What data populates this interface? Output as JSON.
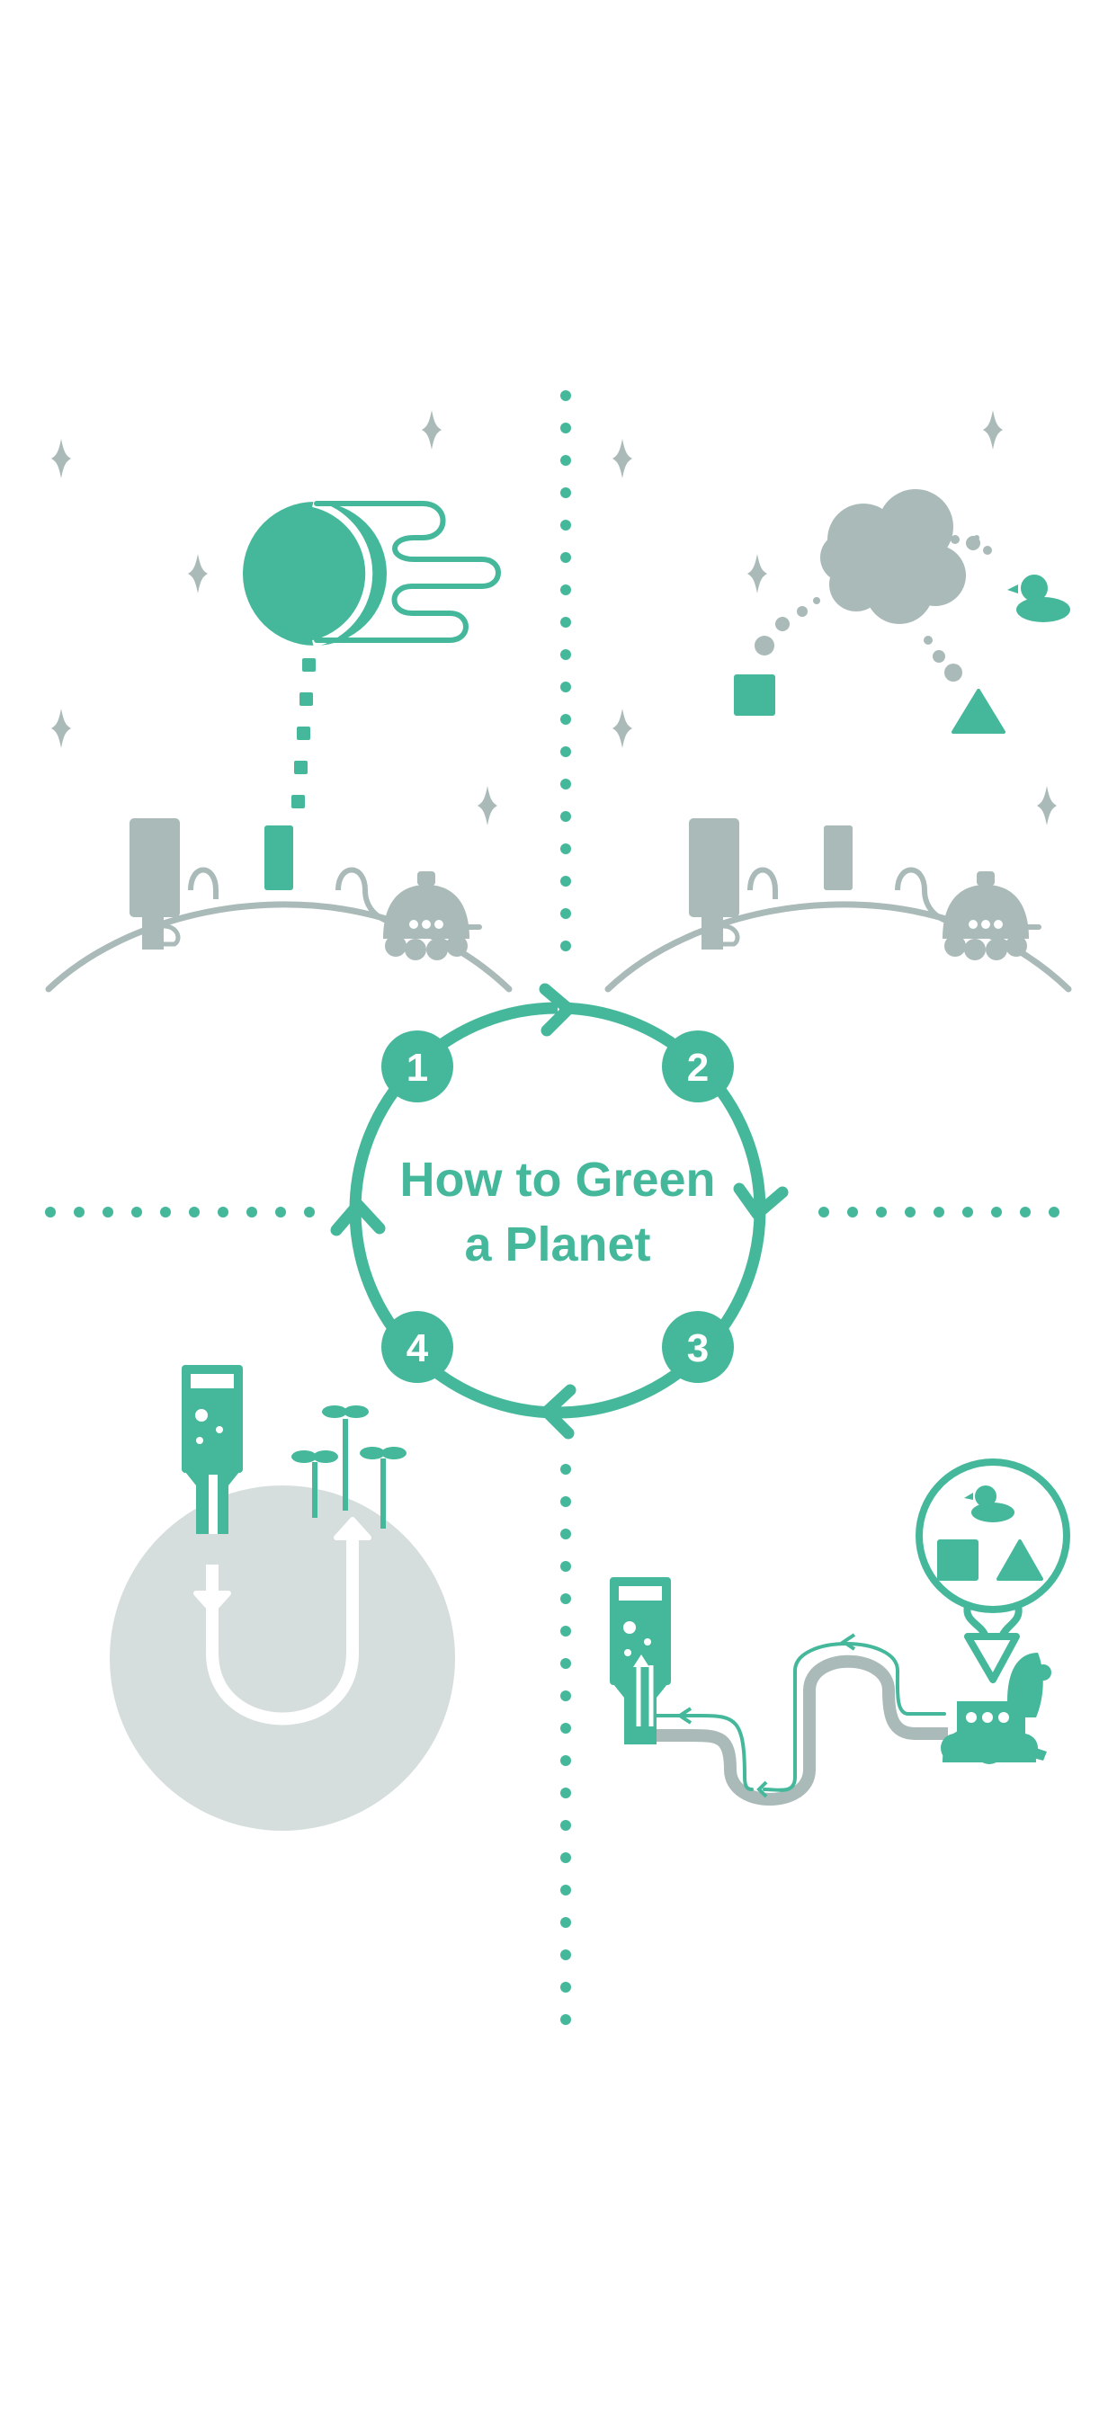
{
  "title": {
    "line1": "How to Green",
    "line2": "a Planet"
  },
  "steps": [
    "1",
    "2",
    "3",
    "4"
  ],
  "colors": {
    "green": "#45b89c",
    "gray": "#a9bab8",
    "light_gray": "#d6dedd",
    "background": "#ffffff"
  },
  "icons": {
    "panel_1": [
      "sun-icon",
      "wind-icon",
      "tower-icon",
      "planet-arc",
      "rover-icon",
      "sparkle-icon"
    ],
    "panel_2": [
      "cloud-icon",
      "duck-icon",
      "square-icon",
      "triangle-icon",
      "planet-arc",
      "rover-icon"
    ],
    "panel_3": [
      "rover-icon",
      "thought-bubble-icon",
      "pipe-icon",
      "tower-icon"
    ],
    "panel_4": [
      "tower-icon",
      "sprout-icon",
      "soil-circle",
      "arrow-icon"
    ]
  }
}
